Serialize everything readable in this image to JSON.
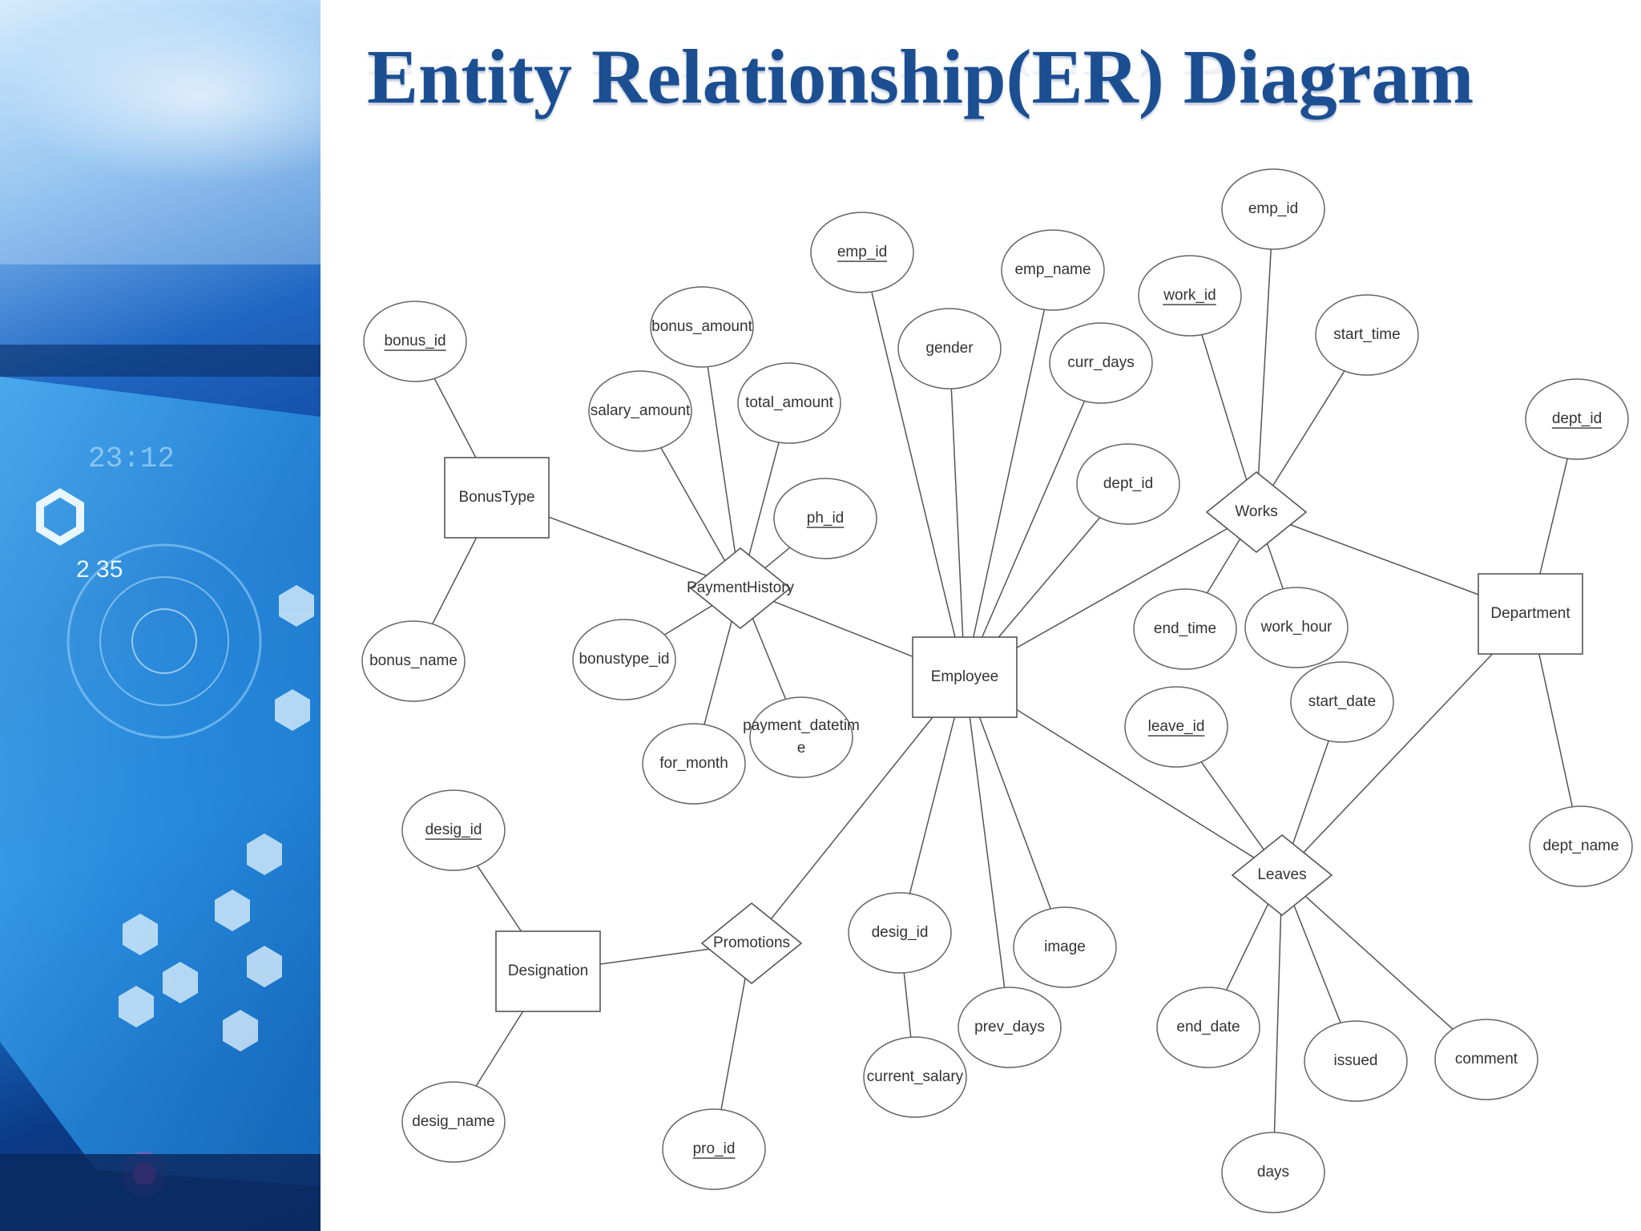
{
  "slide": {
    "title": "Entity Relationship(ER) Diagram"
  },
  "side_panel": {
    "clock_text": "23:12",
    "hex_label": "2 35"
  },
  "diagram": {
    "entities": {
      "BonusType": "BonusType",
      "Employee": "Employee",
      "Department": "Department",
      "Designation": "Designation"
    },
    "relationships": {
      "PaymentHistory": "PaymentHistory",
      "Works": "Works",
      "Leaves": "Leaves",
      "Promotions": "Promotions"
    },
    "attributes": {
      "bonus_id": {
        "label": "bonus_id",
        "key": true
      },
      "bonus_name": {
        "label": "bonus_name",
        "key": false
      },
      "bonus_amount": {
        "label": "bonus_amount",
        "key": false
      },
      "salary_amount": {
        "label": "salary_amount",
        "key": false
      },
      "total_amount": {
        "label": "total_amount",
        "key": false
      },
      "ph_id": {
        "label": "ph_id",
        "key": true
      },
      "bonustype_id": {
        "label": "bonustype_id",
        "key": false
      },
      "for_month": {
        "label": "for_month",
        "key": false
      },
      "payment_datetime": {
        "label": "payment_datetim",
        "label2": "e",
        "key": false
      },
      "emp_emp_id": {
        "label": "emp_id",
        "key": true
      },
      "gender": {
        "label": "gender",
        "key": false
      },
      "emp_name": {
        "label": "emp_name",
        "key": false
      },
      "curr_days": {
        "label": "curr_days",
        "key": false
      },
      "emp_dept_id": {
        "label": "dept_id",
        "key": false
      },
      "work_id": {
        "label": "work_id",
        "key": true
      },
      "works_emp_id": {
        "label": "emp_id",
        "key": false
      },
      "start_time": {
        "label": "start_time",
        "key": false
      },
      "end_time": {
        "label": "end_time",
        "key": false
      },
      "work_hour": {
        "label": "work_hour",
        "key": false
      },
      "dept_dept_id": {
        "label": "dept_id",
        "key": true
      },
      "dept_name": {
        "label": "dept_name",
        "key": false
      },
      "leave_id": {
        "label": "leave_id",
        "key": true
      },
      "start_date": {
        "label": "start_date",
        "key": false
      },
      "end_date": {
        "label": "end_date",
        "key": false
      },
      "issued": {
        "label": "issued",
        "key": false
      },
      "comment": {
        "label": "comment",
        "key": false
      },
      "days": {
        "label": "days",
        "key": false
      },
      "emp_desig_id": {
        "label": "desig_id",
        "key": false
      },
      "current_salary": {
        "label": "current_salary",
        "key": false
      },
      "prev_days": {
        "label": "prev_days",
        "key": false
      },
      "image": {
        "label": "image",
        "key": false
      },
      "desig_desig_id": {
        "label": "desig_id",
        "key": true
      },
      "desig_name": {
        "label": "desig_name",
        "key": false
      },
      "pro_id": {
        "label": "pro_id",
        "key": true
      }
    },
    "links": [
      [
        "bonus_id",
        "BonusType"
      ],
      [
        "bonus_name",
        "BonusType"
      ],
      [
        "BonusType",
        "PaymentHistory"
      ],
      [
        "PaymentHistory",
        "Employee"
      ],
      [
        "bonus_amount",
        "PaymentHistory"
      ],
      [
        "salary_amount",
        "PaymentHistory"
      ],
      [
        "total_amount",
        "PaymentHistory"
      ],
      [
        "ph_id",
        "PaymentHistory"
      ],
      [
        "bonustype_id",
        "PaymentHistory"
      ],
      [
        "for_month",
        "PaymentHistory"
      ],
      [
        "payment_datetime",
        "PaymentHistory"
      ],
      [
        "emp_emp_id",
        "Employee"
      ],
      [
        "gender",
        "Employee"
      ],
      [
        "emp_name",
        "Employee"
      ],
      [
        "curr_days",
        "Employee"
      ],
      [
        "emp_dept_id",
        "Employee"
      ],
      [
        "emp_desig_id",
        "Employee"
      ],
      [
        "prev_days",
        "Employee"
      ],
      [
        "image",
        "Employee"
      ],
      [
        "Employee",
        "Works"
      ],
      [
        "Works",
        "Department"
      ],
      [
        "work_id",
        "Works"
      ],
      [
        "works_emp_id",
        "Works"
      ],
      [
        "start_time",
        "Works"
      ],
      [
        "end_time",
        "Works"
      ],
      [
        "work_hour",
        "Works"
      ],
      [
        "dept_dept_id",
        "Department"
      ],
      [
        "dept_name",
        "Department"
      ],
      [
        "Employee",
        "Leaves"
      ],
      [
        "Leaves",
        "Department"
      ],
      [
        "leave_id",
        "Leaves"
      ],
      [
        "start_date",
        "Leaves"
      ],
      [
        "end_date",
        "Leaves"
      ],
      [
        "issued",
        "Leaves"
      ],
      [
        "comment",
        "Leaves"
      ],
      [
        "days",
        "Leaves"
      ],
      [
        "desig_desig_id",
        "Designation"
      ],
      [
        "desig_name",
        "Designation"
      ],
      [
        "Designation",
        "Promotions"
      ],
      [
        "Promotions",
        "Employee"
      ],
      [
        "pro_id",
        "Promotions"
      ],
      [
        "current_salary",
        "emp_desig_id"
      ]
    ]
  }
}
